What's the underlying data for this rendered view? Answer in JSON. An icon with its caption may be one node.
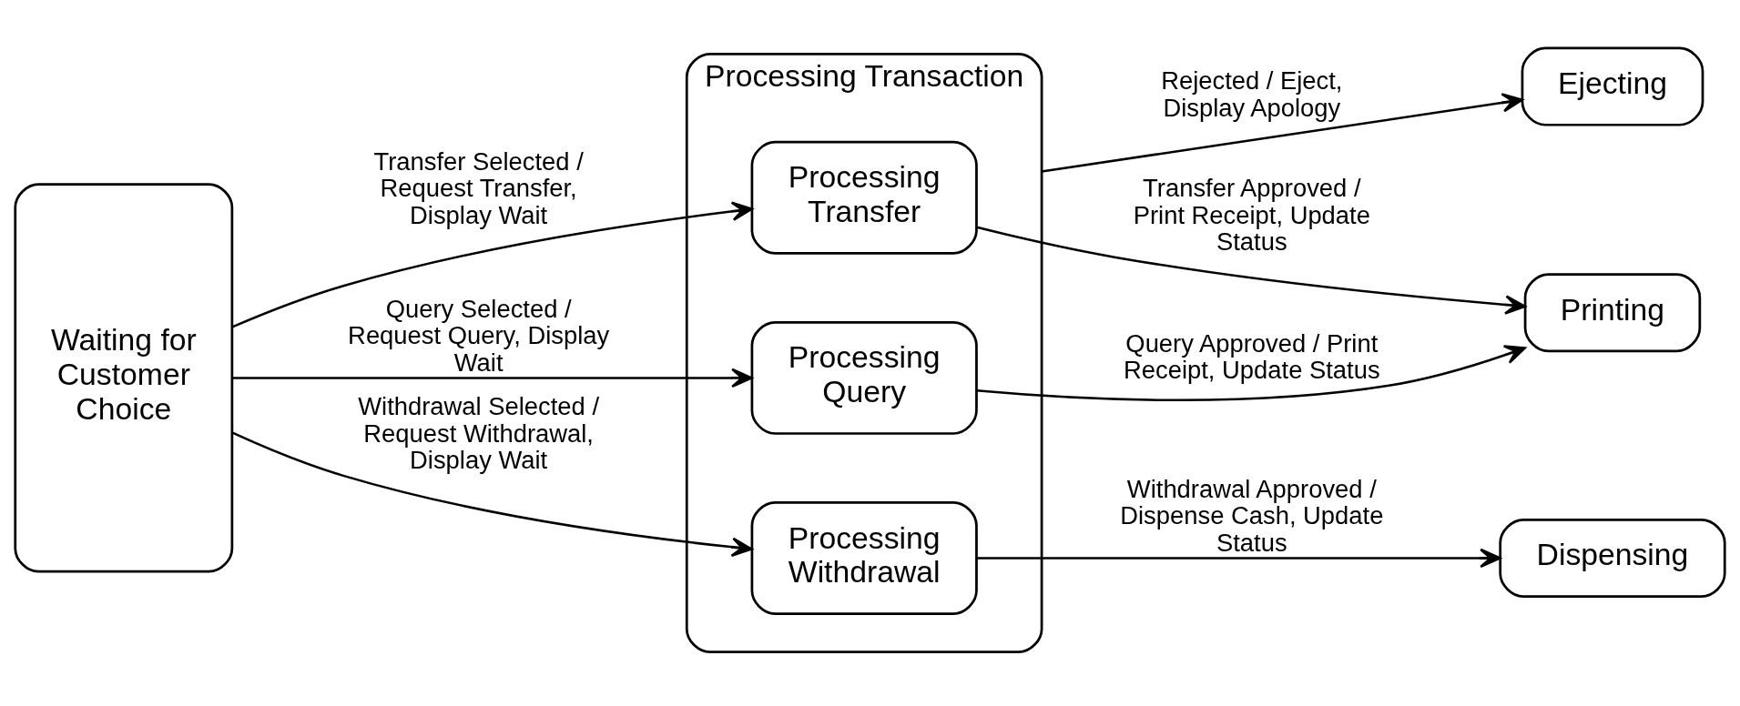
{
  "diagram": {
    "nodes": [
      {
        "text": [
          "Waiting for Customer Choice"
        ]
      },
      {
        "text": [
          "Processing Transaction"
        ]
      },
      {
        "text": [
          "Processing Transfer"
        ],
        "in": 1
      },
      {
        "text": [
          "Processing Query"
        ],
        "in": 1
      },
      {
        "text": [
          "Processing Withdrawal"
        ],
        "in": 1
      },
      {
        "text": [
          "Ejecting"
        ]
      },
      {
        "text": [
          "Printing"
        ]
      },
      {
        "text": [
          "Dispensing"
        ]
      }
    ],
    "edges": [
      {
        "from": 0,
        "to": 2,
        "arrow": "to",
        "label": "Transfer Selected / Request Transfer, Display Wait"
      },
      {
        "from": 0,
        "to": 3,
        "arrow": "to",
        "label": "Query Selected / Request Query, Display Wait"
      },
      {
        "from": 0,
        "to": 4,
        "arrow": "to",
        "label": "Withdrawal Selected / Request Withdrawal, Display Wait"
      },
      {
        "from": 1,
        "to": 5,
        "arrow": "to",
        "label": "Rejected / Eject, Display Apology"
      },
      {
        "from": 2,
        "to": 6,
        "arrow": "to",
        "label": "Transfer Approved / Print Receipt, Update Status"
      },
      {
        "from": 3,
        "to": 6,
        "arrow": "to",
        "label": "Query Approved / Print Receipt, Update Status"
      },
      {
        "from": 4,
        "to": 7,
        "arrow": "to",
        "label": "Withdrawal Approved / Dispense Cash, Update Status"
      }
    ]
  }
}
